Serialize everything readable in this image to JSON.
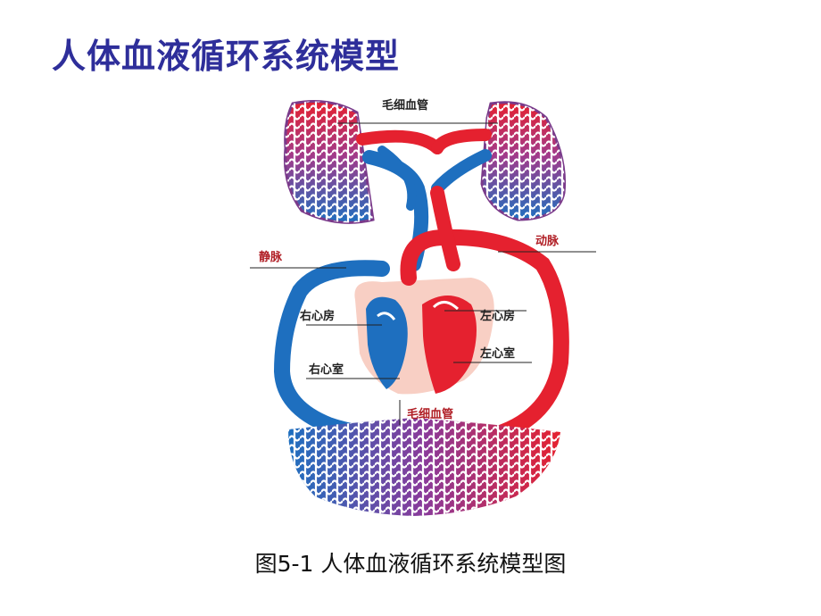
{
  "title": "人体血液循环系统模型",
  "caption": "图5-1  人体血液循环系统模型图",
  "diagram": {
    "labels": {
      "capillary_top": "毛细血管",
      "artery": "动脉",
      "vein": "静脉",
      "right_atrium": "右心房",
      "left_atrium": "左心房",
      "right_ventricle": "右心室",
      "left_ventricle": "左心室",
      "capillary_bottom": "毛细血管"
    },
    "colors": {
      "artery": "#e5212f",
      "vein": "#1e6fbf",
      "heart_bg": "#f8cfc4",
      "label_red": "#b01e25",
      "title": "#2e2e9a"
    }
  }
}
